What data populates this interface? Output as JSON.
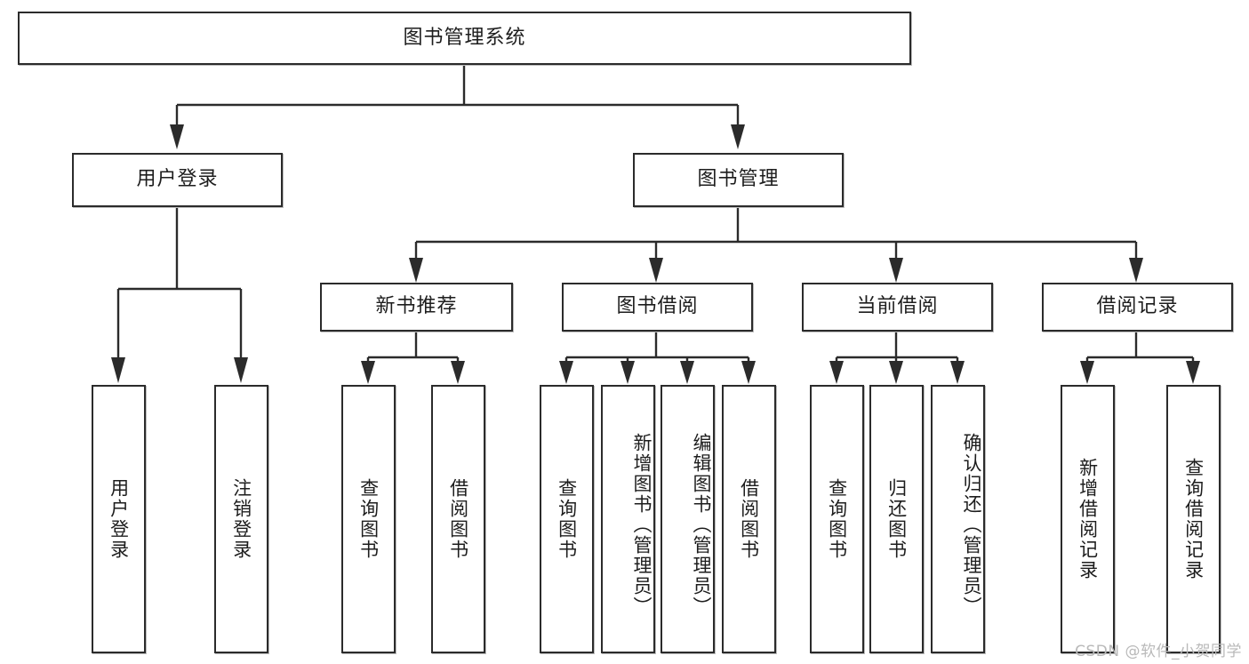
{
  "diagram": {
    "type": "tree",
    "title": "图书管理系统",
    "root": {
      "id": "root",
      "label": "图书管理系统",
      "orientation": "horizontal"
    },
    "level1": [
      {
        "id": "user-login",
        "label": "用户登录",
        "orientation": "horizontal"
      },
      {
        "id": "book-manage",
        "label": "图书管理",
        "orientation": "horizontal"
      }
    ],
    "level2": [
      {
        "id": "new-book-recommend",
        "label": "新书推荐",
        "orientation": "horizontal",
        "parent": "book-manage"
      },
      {
        "id": "book-borrow",
        "label": "图书借阅",
        "orientation": "horizontal",
        "parent": "book-manage"
      },
      {
        "id": "current-borrow",
        "label": "当前借阅",
        "orientation": "horizontal",
        "parent": "book-manage"
      },
      {
        "id": "borrow-record",
        "label": "借阅记录",
        "orientation": "horizontal",
        "parent": "book-manage"
      }
    ],
    "leaves": [
      {
        "id": "leaf-user-login",
        "label": "用户登录",
        "orientation": "vertical",
        "parent": "user-login"
      },
      {
        "id": "leaf-logout-login",
        "label": "注销登录",
        "orientation": "vertical",
        "parent": "user-login"
      },
      {
        "id": "leaf-query-book-1",
        "label": "查询图书",
        "orientation": "vertical",
        "parent": "new-book-recommend"
      },
      {
        "id": "leaf-borrow-book-1",
        "label": "借阅图书",
        "orientation": "vertical",
        "parent": "new-book-recommend"
      },
      {
        "id": "leaf-query-book-2",
        "label": "查询图书",
        "orientation": "vertical",
        "parent": "book-borrow"
      },
      {
        "id": "leaf-add-book",
        "label": "新增图书（管理员）",
        "orientation": "vertical",
        "parent": "book-borrow"
      },
      {
        "id": "leaf-edit-book",
        "label": "编辑图书（管理员）",
        "orientation": "vertical",
        "parent": "book-borrow"
      },
      {
        "id": "leaf-borrow-book-2",
        "label": "借阅图书",
        "orientation": "vertical",
        "parent": "book-borrow"
      },
      {
        "id": "leaf-query-book-3",
        "label": "查询图书",
        "orientation": "vertical",
        "parent": "current-borrow"
      },
      {
        "id": "leaf-return-book",
        "label": "归还图书",
        "orientation": "vertical",
        "parent": "current-borrow"
      },
      {
        "id": "leaf-confirm-return",
        "label": "确认归还（管理员）",
        "orientation": "vertical",
        "parent": "current-borrow"
      },
      {
        "id": "leaf-add-record",
        "label": "新增借阅记录",
        "orientation": "vertical",
        "parent": "borrow-record"
      },
      {
        "id": "leaf-query-record",
        "label": "查询借阅记录",
        "orientation": "vertical",
        "parent": "borrow-record"
      }
    ]
  },
  "watermark": {
    "text": "CSDN @软件_小贺同学"
  },
  "colors": {
    "stroke": "#2b2b2b",
    "fill": "#ffffff",
    "text": "#1d1d1d",
    "watermark": "#b9b9b9"
  }
}
